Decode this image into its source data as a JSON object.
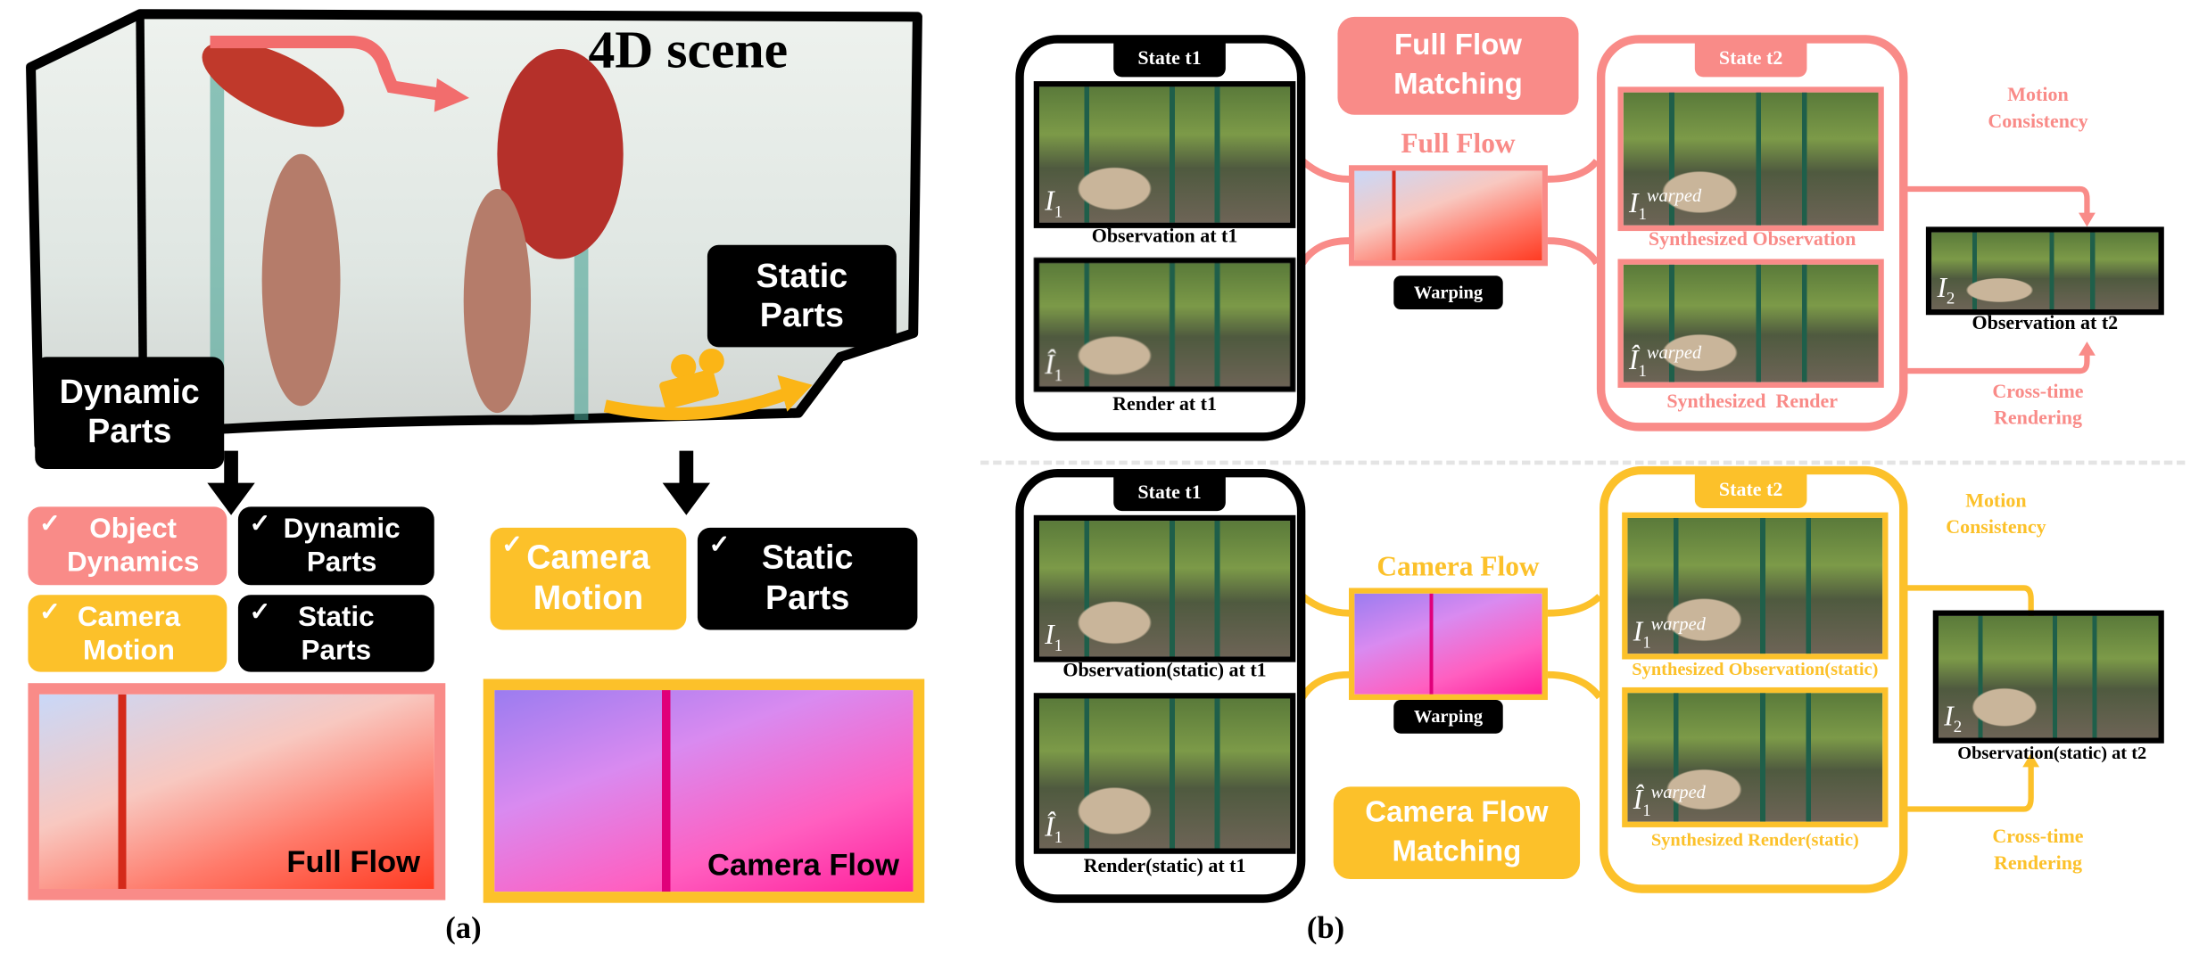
{
  "colors": {
    "pink": "#f98b88",
    "yellow": "#fcc12a",
    "black": "#000000"
  },
  "panel_a": {
    "scene_title": "4D scene",
    "static_parts": "Static Parts",
    "dynamic_parts": "Dynamic Parts",
    "check_mark": "✓",
    "left_checks": [
      {
        "label": "Object Dynamics"
      },
      {
        "label": "Dynamic Parts"
      },
      {
        "label": "Camera Motion"
      },
      {
        "label": "Static Parts"
      }
    ],
    "right_checks": [
      {
        "label": "Camera Motion"
      },
      {
        "label": "Static Parts"
      }
    ],
    "full_flow_label": "Full Flow",
    "camera_flow_label": "Camera Flow",
    "caption": "(a)"
  },
  "math": {
    "I": "I",
    "I_hat": "Î",
    "sub1": "1",
    "sub2": "2",
    "warped": "warped"
  },
  "panel_b": {
    "caption": "(b)",
    "rows": [
      {
        "state_t1": "State t1",
        "obs_t1": "Observation at t1",
        "render_t1": "Render at t1",
        "matching_line1": "Full Flow",
        "matching_line2": "Matching",
        "flow_label": "Full Flow",
        "warping": "Warping",
        "state_t2": "State t2",
        "synth_obs": "Synthesized Observation",
        "synth_render": "Synthesized  Render",
        "motion_line1": "Motion",
        "motion_line2": "Consistency",
        "cross_line1": "Cross-time",
        "cross_line2": "Rendering",
        "obs_t2": "Observation at t2"
      },
      {
        "state_t1": "State t1",
        "obs_t1": "Observation(static) at t1",
        "render_t1": "Render(static) at t1",
        "matching_line1": "Camera Flow",
        "matching_line2": "Matching",
        "flow_label": "Camera Flow",
        "warping": "Warping",
        "state_t2": "State t2",
        "synth_obs": "Synthesized Observation(static)",
        "synth_render": "Synthesized Render(static)",
        "motion_line1": "Motion",
        "motion_line2": "Consistency",
        "cross_line1": "Cross-time",
        "cross_line2": "Rendering",
        "obs_t2": "Observation(static) at t2"
      }
    ]
  }
}
